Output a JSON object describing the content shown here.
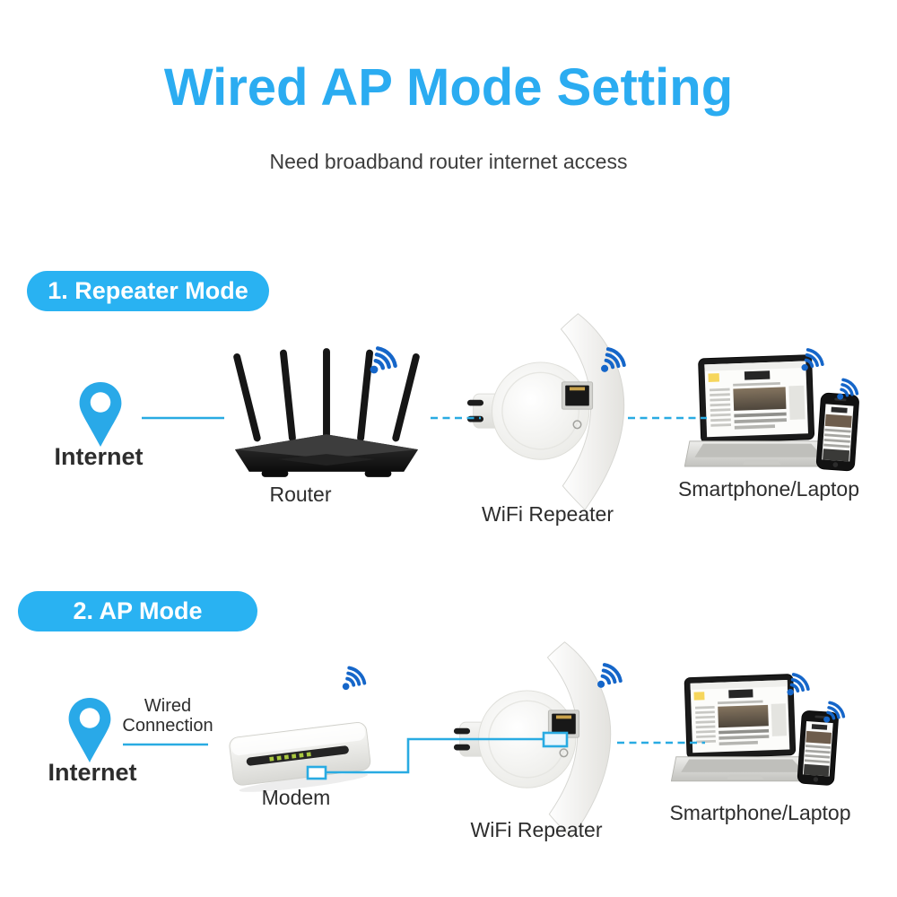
{
  "header": {
    "title": "Wired AP Mode Setting",
    "subtitle": "Need broadband router internet access"
  },
  "colors": {
    "title_blue": "#2BACF1",
    "badge_blue": "#29B2F2",
    "line_blue": "#29ABE2",
    "label_dark": "#2D2D2D",
    "wifi_blue": "#1566C9",
    "pin_blue": "#29A9E8"
  },
  "repeater_mode": {
    "badge_label": "1. Repeater Mode",
    "internet_label": "Internet",
    "router_label": "Router",
    "repeater_label": "WiFi Repeater",
    "clients_label": "Smartphone/Laptop",
    "connections": [
      {
        "from": "Internet",
        "to": "Router",
        "style": "solid-wired"
      },
      {
        "from": "Router",
        "to": "WiFi Repeater",
        "style": "dashed-wireless"
      },
      {
        "from": "WiFi Repeater",
        "to": "Smartphone/Laptop",
        "style": "dashed-wireless"
      }
    ]
  },
  "ap_mode": {
    "badge_label": "2. AP Mode",
    "internet_label": "Internet",
    "wired_connection_line1": "Wired",
    "wired_connection_line2": "Connection",
    "modem_label": "Modem",
    "repeater_label": "WiFi Repeater",
    "clients_label": "Smartphone/Laptop",
    "connections": [
      {
        "from": "Internet",
        "to": "Modem",
        "style": "solid-wired",
        "label": "Wired Connection"
      },
      {
        "from": "Modem",
        "to": "WiFi Repeater",
        "style": "solid-ethernet-cable"
      },
      {
        "from": "WiFi Repeater",
        "to": "Smartphone/Laptop",
        "style": "dashed-wireless"
      }
    ]
  },
  "icons": {
    "internet": "location-pin-icon",
    "wireless_signal": "wifi-signal-icon"
  }
}
